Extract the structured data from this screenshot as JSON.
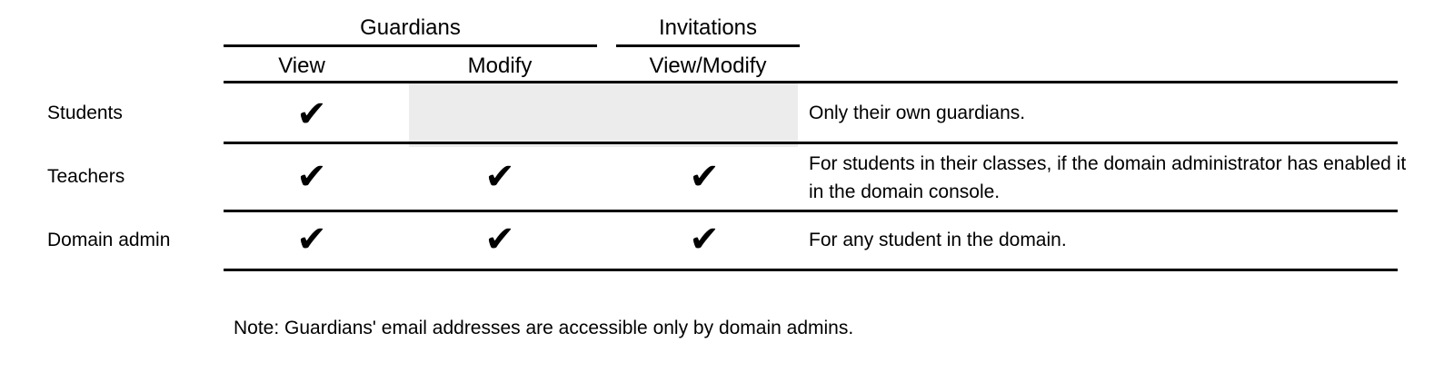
{
  "colors": {
    "background": "#ffffff",
    "text": "#000000",
    "line": "#000000",
    "disabled_cell_bg": "#ececec"
  },
  "glyphs": {
    "check": "✔"
  },
  "table": {
    "column_groups": [
      {
        "label": "Guardians",
        "columns": [
          "View",
          "Modify"
        ]
      },
      {
        "label": "Invitations",
        "columns": [
          "View/Modify"
        ]
      }
    ],
    "columns": [
      "View",
      "Modify",
      "View/Modify"
    ],
    "rows": [
      {
        "role": "Students",
        "permissions": {
          "view": true,
          "modify": false,
          "view_modify": false
        },
        "modify_and_invitations_disabled": true,
        "note": "Only their own guardians."
      },
      {
        "role": "Teachers",
        "permissions": {
          "view": true,
          "modify": true,
          "view_modify": true
        },
        "note": "For students in their classes, if the domain administrator has enabled it in the domain console."
      },
      {
        "role": "Domain admin",
        "permissions": {
          "view": true,
          "modify": true,
          "view_modify": true
        },
        "note": "For any student in the domain."
      }
    ]
  },
  "footnote": "Note: Guardians' email addresses are accessible only by domain admins."
}
